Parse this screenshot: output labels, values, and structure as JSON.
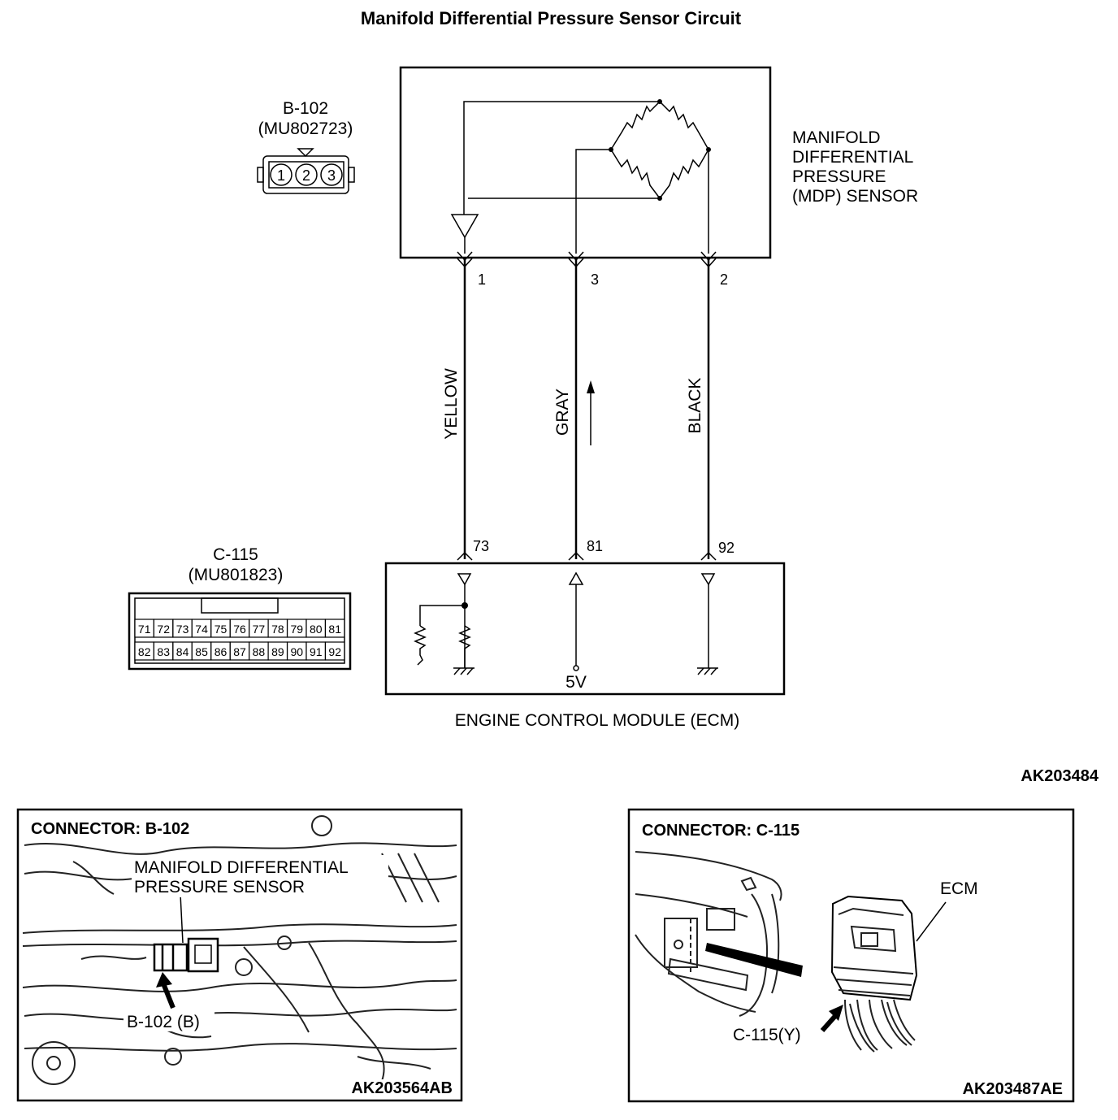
{
  "title": "Manifold Differential Pressure Sensor Circuit",
  "figure_id": "AK203484",
  "sensor": {
    "name_lines": [
      "MANIFOLD",
      "DIFFERENTIAL",
      "PRESSURE",
      "(MDP) SENSOR"
    ],
    "pins": [
      "1",
      "3",
      "2"
    ]
  },
  "ecm": {
    "label": "ENGINE CONTROL MODULE (ECM)",
    "pins": [
      "73",
      "81",
      "92"
    ],
    "supply": "5V"
  },
  "wires": [
    "YELLOW",
    "GRAY",
    "BLACK"
  ],
  "connector_b102": {
    "id": "B-102",
    "part": "(MU802723)",
    "pins": [
      "1",
      "2",
      "3"
    ]
  },
  "connector_c115": {
    "id": "C-115",
    "part": "(MU801823)",
    "row1": [
      "71",
      "72",
      "73",
      "74",
      "75",
      "76",
      "77",
      "78",
      "79",
      "80",
      "81"
    ],
    "row2": [
      "82",
      "83",
      "84",
      "85",
      "86",
      "87",
      "88",
      "89",
      "90",
      "91",
      "92"
    ]
  },
  "photo_left": {
    "heading": "CONNECTOR: B-102",
    "caption_lines": [
      "MANIFOLD DIFFERENTIAL",
      "PRESSURE SENSOR"
    ],
    "pointer_label": "B-102 (B)",
    "figure_id": "AK203564AB"
  },
  "photo_right": {
    "heading": "CONNECTOR: C-115",
    "ecm_label": "ECM",
    "pointer_label": "C-115(Y)",
    "figure_id": "AK203487AE"
  }
}
